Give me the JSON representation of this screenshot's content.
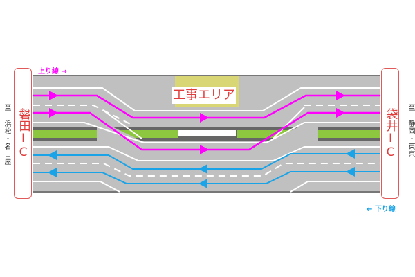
{
  "title_work_area": "工事エリア",
  "left_ic": "磐田IC",
  "right_ic": "袋井IC",
  "left_destination": "至 浜松・名古屋",
  "right_destination": "至 静岡・東京",
  "up_line_label": "上り線 →",
  "down_line_label": "← 下り線",
  "colors": {
    "up": "#ff00ff",
    "down": "#1aa3e6",
    "road": "#c0c0c0",
    "median": "#8dc63f",
    "work": "#d9d675",
    "ic_border": "#e05a5a"
  }
}
